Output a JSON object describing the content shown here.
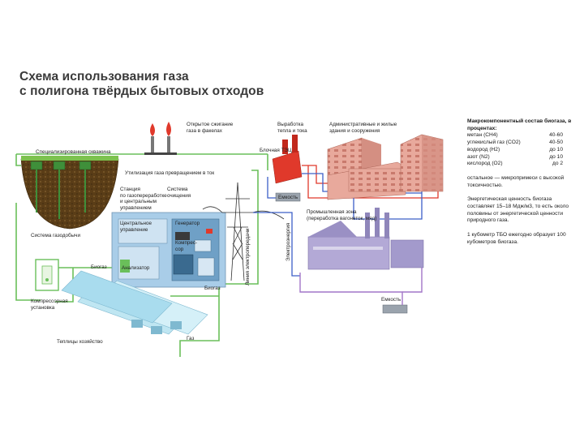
{
  "title": {
    "line1": "Схема использования газа",
    "line2": "с полигона твёрдых бытовых отходов"
  },
  "labels": {
    "flares": "Открытое сжигание\nгаза в факелах",
    "special_well": "Специализированная скважина",
    "gas_collection": "Система газодобычи",
    "utilization": "Утилизация газа превращением в ток",
    "station": "Станция\nпо газопереработке\nи центральным\nуправлением",
    "cleaning": "Система\nочищения",
    "central_control": "Центральное\nуправление",
    "generator": "Генератор",
    "compressor": "Компрес-\nсор",
    "analyzer": "Анализатор",
    "compressor_unit": "Компрессорная\nустановка",
    "biogas_left": "Биогаз",
    "biogas_bottom": "Биогаз",
    "gas_bottom": "Газ",
    "greenhouses": "Теплицы хозяйство",
    "power_line": "Линия электропередачи",
    "electricity": "Электроэнергия",
    "heat_output": "Выработка\nтепла и тока",
    "block_tec": "Блочная ТЭЦ",
    "tank_top": "Емкость",
    "admin": "Административные и жилые\nздания и сооружения",
    "industrial_zone": "Промышленная зона\n(переработка вагонеток, мяд)",
    "tank_bottom": "Емкость"
  },
  "info": {
    "heading": "Макрокомпонентный состав биогаза, в процентах:",
    "components": [
      {
        "name": "метан (CH4)",
        "value": "40-60"
      },
      {
        "name": "углекислый газ (CO2)",
        "value": "40-50"
      },
      {
        "name": "водород (H2)",
        "value": "до 10"
      },
      {
        "name": "азот (N2)",
        "value": "до 10"
      },
      {
        "name": "кислород (O2)",
        "value": "до 2"
      }
    ],
    "rest": "остальное — микропримеси с высокой токсичностью.",
    "energy": "Энергетическая ценность биогаза составляет 15–18 Мдж/м3, то есть около половины от энергетической ценности природного газа.",
    "volume": "1 кубометр ТБО ежегодно образует 100 кубометров биогаза."
  },
  "colors": {
    "pipe_green": "#6abf5a",
    "pipe_red": "#e0392b",
    "pipe_blue": "#3c5fc8",
    "pipe_purple": "#a276c8",
    "building_pink": "#e8a99c",
    "plant_lavender": "#b3a9d6",
    "station_blue": "#a9cde8",
    "greenhouse": "#bfe6f2",
    "soil": "#6b4a1e",
    "grass": "#7cc24e"
  }
}
